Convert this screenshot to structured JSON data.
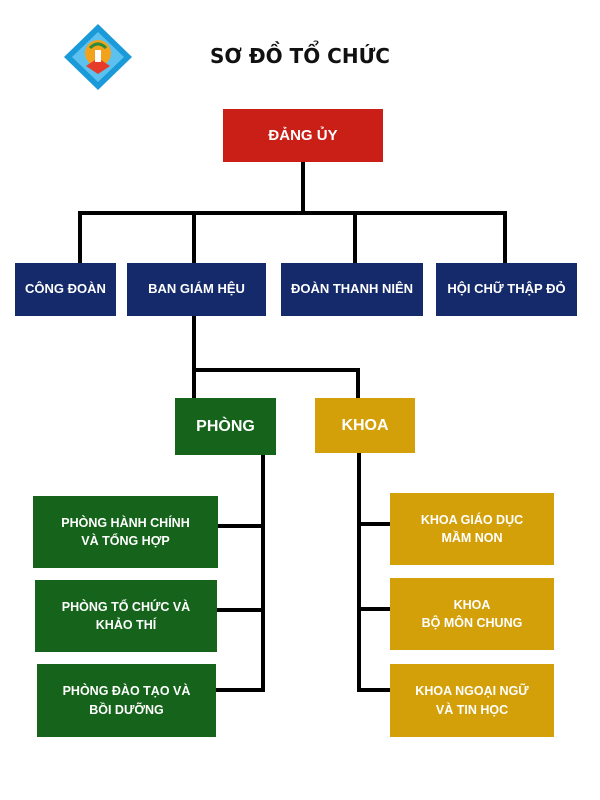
{
  "title": "SƠ ĐỒ TỔ CHỨC",
  "logo": {
    "icon": "school-emblem-icon",
    "colors": [
      "#1a9ad8",
      "#f2a31b",
      "#e63a2a",
      "#2c8c3c"
    ]
  },
  "top": {
    "label": "ĐẢNG ỦY"
  },
  "level2": [
    {
      "label": "CÔNG ĐOÀN"
    },
    {
      "label": "BAN GIÁM HỆU"
    },
    {
      "label": "ĐOÀN THANH NIÊN"
    },
    {
      "label": "HỘI CHỮ THẬP ĐỎ"
    }
  ],
  "phong": {
    "label": "PHÒNG",
    "items": [
      {
        "line1": "PHÒNG HÀNH CHÍNH",
        "line2": "VÀ TỔNG HỢP"
      },
      {
        "line1": "PHÒNG TỔ CHỨC VÀ",
        "line2": "KHẢO THÍ"
      },
      {
        "line1": "PHÒNG ĐÀO TẠO VÀ",
        "line2": "BỒI DƯỠNG"
      }
    ]
  },
  "khoa": {
    "label": "KHOA",
    "items": [
      {
        "line1": "KHOA GIÁO DỤC",
        "line2": "MẦM NON"
      },
      {
        "line1": "KHOA",
        "line2": "BỘ MÔN CHUNG"
      },
      {
        "line1": "KHOA NGOẠI NGỮ",
        "line2": "VÀ TIN HỌC"
      }
    ]
  },
  "colors": {
    "red": "#c91f16",
    "navy": "#142a6b",
    "green": "#16641b",
    "gold": "#d4a00a",
    "line": "#000000"
  }
}
